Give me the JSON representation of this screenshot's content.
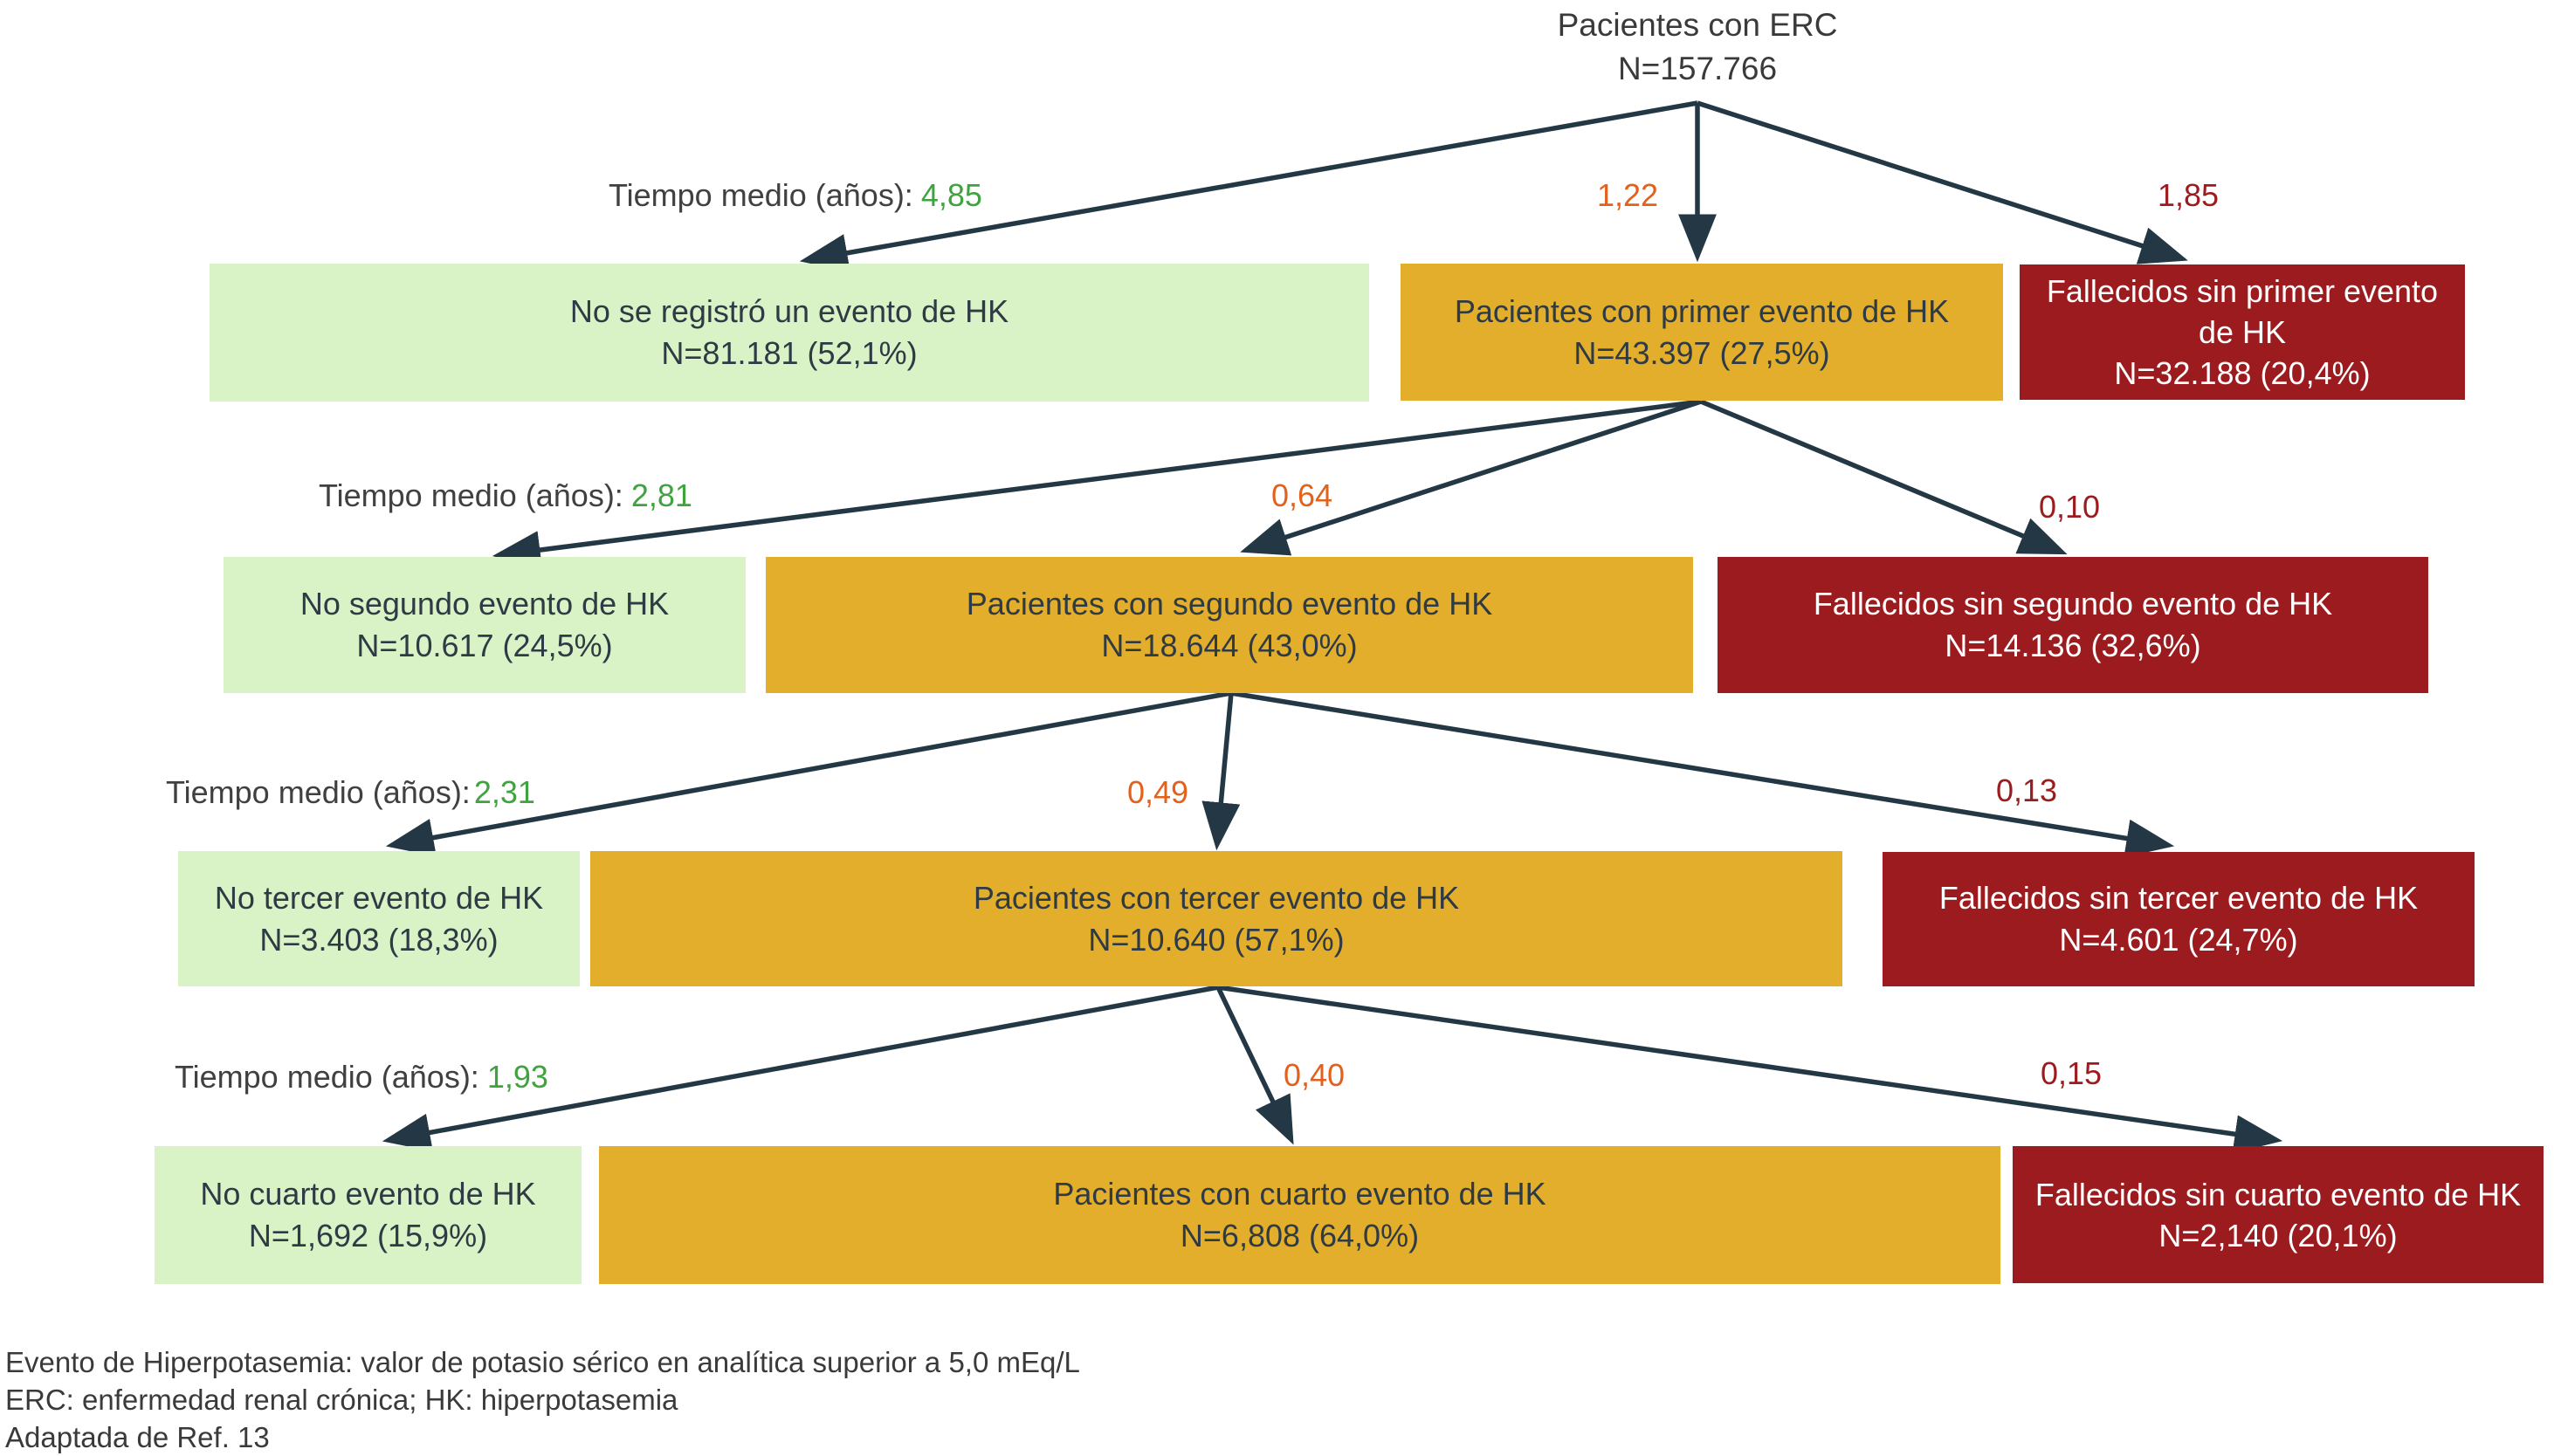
{
  "root_node": {
    "title": "Pacientes con ERC",
    "n": "N=157.766"
  },
  "levels": [
    {
      "time_label": "Tiempo medio (años):",
      "time_value": "4,85",
      "event_time_value": "1,22",
      "death_time_value": "1,85",
      "no_event": {
        "title": "No se registró un evento de HK",
        "n": "N=81.181 (52,1%)"
      },
      "event": {
        "title": "Pacientes con primer evento de HK",
        "n": "N=43.397 (27,5%)"
      },
      "death": {
        "title": "Fallecidos sin primer evento de HK",
        "n": "N=32.188 (20,4%)"
      }
    },
    {
      "time_label": "Tiempo medio (años):",
      "time_value": "2,81",
      "event_time_value": "0,64",
      "death_time_value": "0,10",
      "no_event": {
        "title": "No segundo evento de HK",
        "n": "N=10.617 (24,5%)"
      },
      "event": {
        "title": "Pacientes con segundo evento de HK",
        "n": "N=18.644 (43,0%)"
      },
      "death": {
        "title": "Fallecidos sin segundo evento de HK",
        "n": "N=14.136 (32,6%)"
      }
    },
    {
      "time_label": "Tiempo medio (años):",
      "time_value": "2,31",
      "event_time_value": "0,49",
      "death_time_value": "0,13",
      "no_event": {
        "title": "No tercer evento de HK",
        "n": "N=3.403 (18,3%)"
      },
      "event": {
        "title": "Pacientes con tercer evento de HK",
        "n": "N=10.640 (57,1%)"
      },
      "death": {
        "title": "Fallecidos sin tercer evento de HK",
        "n": "N=4.601 (24,7%)"
      }
    },
    {
      "time_label": "Tiempo medio (años):",
      "time_value": "1,93",
      "event_time_value": "0,40",
      "death_time_value": "0,15",
      "no_event": {
        "title": "No cuarto evento de HK",
        "n": "N=1,692 (15,9%)"
      },
      "event": {
        "title": "Pacientes con cuarto evento de HK",
        "n": "N=6,808 (64,0%)"
      },
      "death": {
        "title": "Fallecidos sin cuarto evento de HK",
        "n": "N=2,140 (20,1%)"
      }
    }
  ],
  "footnotes": [
    "Evento de Hiperpotasemia: valor de potasio sérico en analítica superior a 5,0 mEq/L",
    "ERC: enfermedad renal crónica; HK: hiperpotasemia",
    "Adaptada de Ref. 13"
  ],
  "colors": {
    "no_event_box": "#d9f2c6",
    "event_box": "#e2ae2c",
    "death_box": "#9c1b1e",
    "arrow": "#233744",
    "time_value_green": "#3fa43f",
    "event_time_orange": "#e2611c",
    "death_time_darkred": "#9c1b1e",
    "text_dark": "#2e3a44"
  }
}
